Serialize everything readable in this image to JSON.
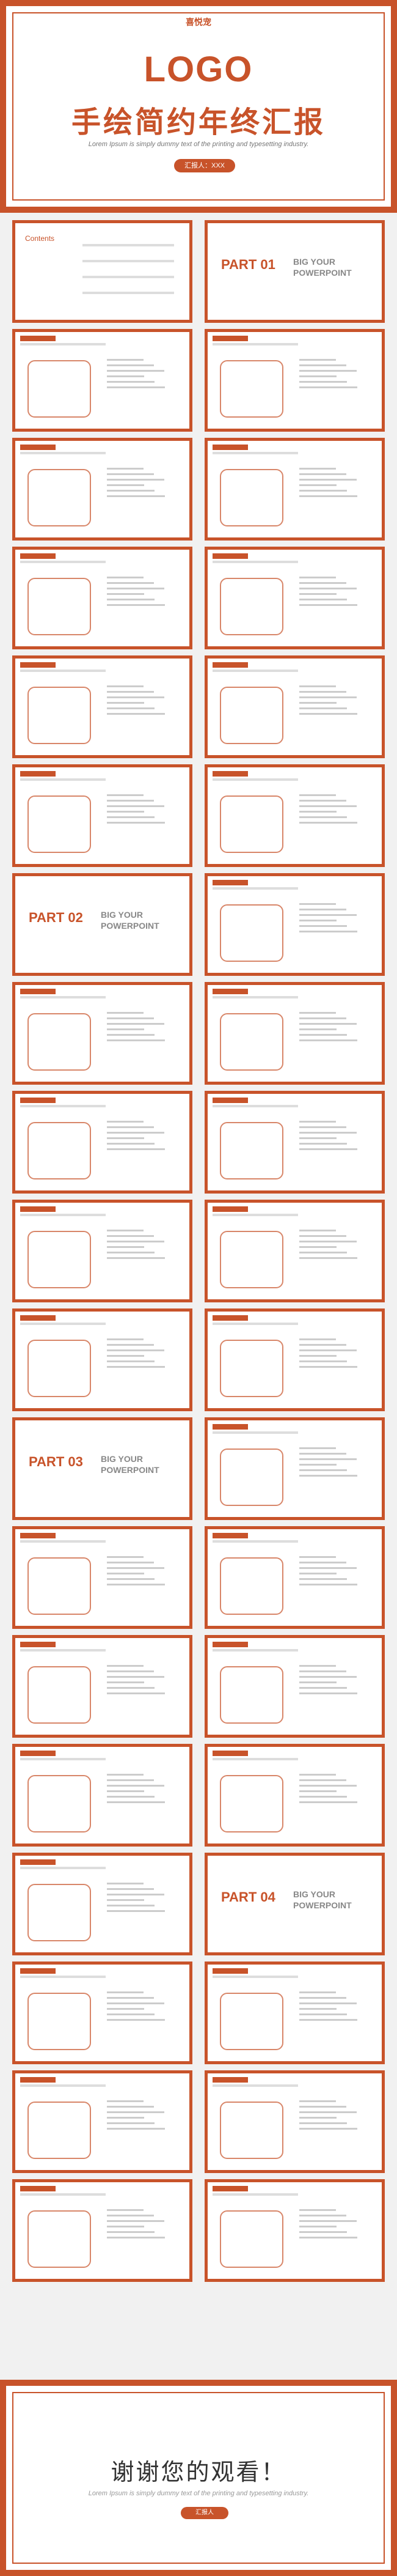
{
  "cover": {
    "brand": "喜悦宠",
    "logo": "LOGO",
    "title": "手绘简约年终汇报",
    "subtitle": "Lorem Ipsum is simply dummy text of the printing and typesetting industry.",
    "pill": "汇报人：XXX"
  },
  "slides": [
    {
      "id": "contents",
      "label": "Contents"
    },
    {
      "id": "part01",
      "part": "PART 01",
      "big1": "BIG YOUR",
      "big2": "POWERPOINT"
    },
    {
      "id": "s3"
    },
    {
      "id": "s4"
    },
    {
      "id": "s5"
    },
    {
      "id": "s6"
    },
    {
      "id": "s7"
    },
    {
      "id": "s8"
    },
    {
      "id": "s9"
    },
    {
      "id": "s10"
    },
    {
      "id": "s11"
    },
    {
      "id": "s12"
    },
    {
      "id": "part02",
      "part": "PART 02",
      "big1": "BIG YOUR",
      "big2": "POWERPOINT"
    },
    {
      "id": "s14"
    },
    {
      "id": "s15"
    },
    {
      "id": "s16"
    },
    {
      "id": "s17"
    },
    {
      "id": "s18"
    },
    {
      "id": "s19"
    },
    {
      "id": "s20"
    },
    {
      "id": "s21"
    },
    {
      "id": "s22"
    },
    {
      "id": "part03",
      "part": "PART 03",
      "big1": "BIG YOUR",
      "big2": "POWERPOINT"
    },
    {
      "id": "s24"
    },
    {
      "id": "s25"
    },
    {
      "id": "s26"
    },
    {
      "id": "s27"
    },
    {
      "id": "s28"
    },
    {
      "id": "s29"
    },
    {
      "id": "s30"
    },
    {
      "id": "s31"
    },
    {
      "id": "part04",
      "part": "PART 04",
      "big1": "BIG YOUR",
      "big2": "POWERPOINT"
    },
    {
      "id": "s33"
    },
    {
      "id": "s34"
    },
    {
      "id": "s35"
    },
    {
      "id": "s36"
    },
    {
      "id": "s37"
    },
    {
      "id": "s38"
    }
  ],
  "end": {
    "thanks": "谢谢您的观看！",
    "subtitle": "Lorem Ipsum is simply dummy text of the printing and typesetting industry.",
    "pill": "汇报人"
  },
  "accent": "#c8532a"
}
